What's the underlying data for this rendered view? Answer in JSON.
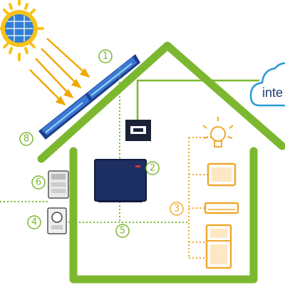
{
  "diagram": {
    "markers": [
      {
        "id": "1",
        "label": "1"
      },
      {
        "id": "2",
        "label": "2"
      },
      {
        "id": "3",
        "label": "3"
      },
      {
        "id": "4",
        "label": "4"
      },
      {
        "id": "5",
        "label": "5"
      },
      {
        "id": "6",
        "label": "6"
      },
      {
        "id": "8",
        "label": "8"
      }
    ],
    "cloud_text": "inte",
    "colors": {
      "house": "#7cb82f",
      "panel_blue": "#2f6fd1",
      "panel_light": "#8fd0f5",
      "sun": "#f7c21a",
      "sun_center": "#2f7fd6",
      "ray": "#f0a800",
      "appliance": "#f0a830",
      "cloud": "#2b9ad6",
      "inverter": "#1e2f63",
      "meter": "#eeeeee"
    },
    "icons": [
      "sun-icon",
      "solar-panel-icon",
      "router-icon",
      "inverter-icon",
      "light-bulb-icon",
      "tv-icon",
      "air-conditioner-icon",
      "fridge-icon",
      "meter-icon",
      "cloud-icon",
      "distribution-box-icon"
    ]
  }
}
